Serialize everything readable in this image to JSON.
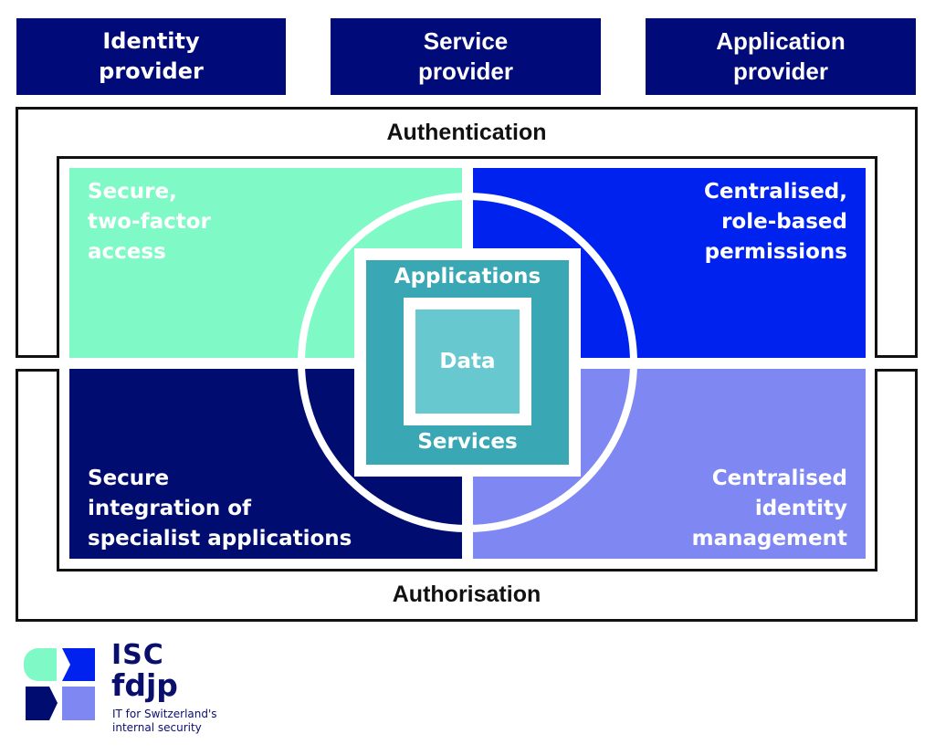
{
  "providers": [
    {
      "line1": "Identity",
      "line2": "provider"
    },
    {
      "line1": "Service",
      "line2": "provider"
    },
    {
      "line1": "Application",
      "line2": "provider"
    }
  ],
  "frames": {
    "authentication_label": "Authentication",
    "authorisation_label": "Authorisation"
  },
  "quadrants": {
    "top_left": {
      "lines": [
        "Secure,",
        "two-factor",
        "access"
      ],
      "color": "#7ffac6"
    },
    "top_right": {
      "lines": [
        "Centralised,",
        "role-based",
        "permissions"
      ],
      "color": "#0022ee"
    },
    "bottom_left": {
      "lines": [
        "Secure",
        "integration of",
        "specialist applications"
      ],
      "color": "#000c70"
    },
    "bottom_right": {
      "lines": [
        "Centralised",
        "identity",
        "management"
      ],
      "color": "#7f87f2"
    }
  },
  "core": {
    "outer_top_label": "Applications",
    "outer_bottom_label": "Services",
    "inner_label": "Data",
    "outer_color": "#3aa8b4",
    "inner_color": "#68c8cf"
  },
  "logo": {
    "line1": "ISC",
    "line2": "fdjp",
    "tagline1": "IT for Switzerland's",
    "tagline2": "internal security",
    "icon": "isc-fdjp-logo-icon"
  }
}
